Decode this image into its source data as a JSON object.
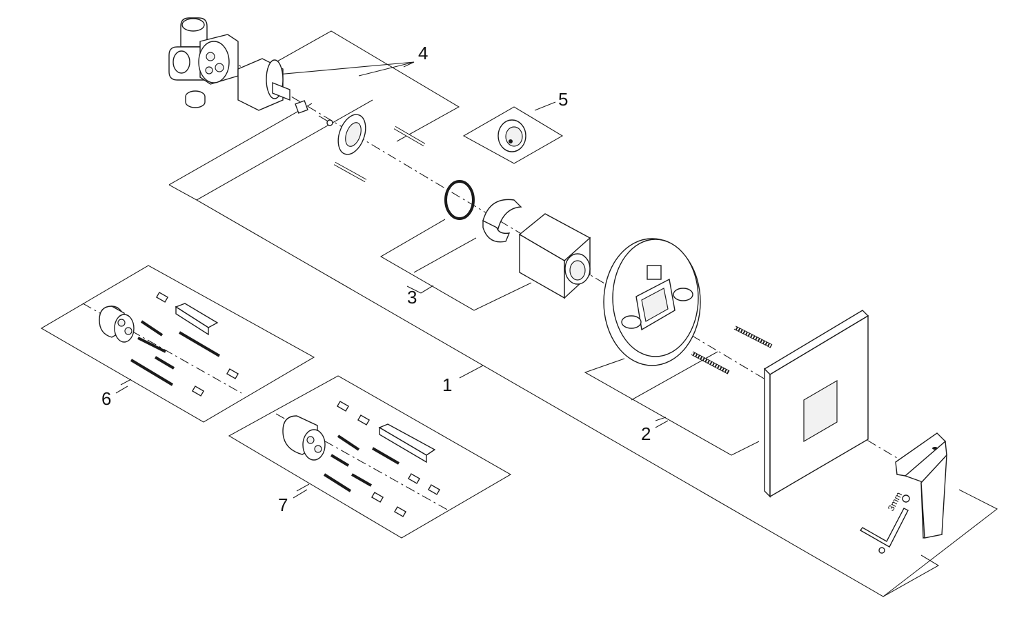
{
  "callouts": [
    "1",
    "2",
    "3",
    "4",
    "5",
    "6",
    "7"
  ],
  "tool_label": "3mm"
}
